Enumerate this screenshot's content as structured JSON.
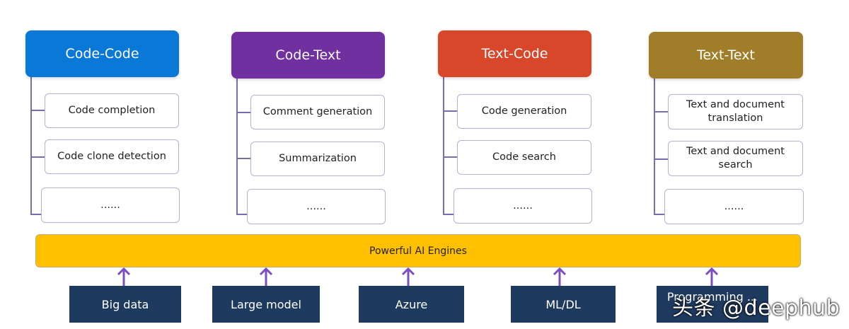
{
  "columns": [
    {
      "title": "Code-Code",
      "color": "#0a78d7",
      "items": [
        "Code completion",
        "Code clone detection",
        "......"
      ]
    },
    {
      "title": "Code-Text",
      "color": "#7030a0",
      "items": [
        "Comment generation",
        "Summarization",
        "......"
      ]
    },
    {
      "title": "Text-Code",
      "color": "#d9472b",
      "items": [
        "Code generation",
        "Code search",
        "......"
      ]
    },
    {
      "title": "Text-Text",
      "color": "#a07d28",
      "items": [
        "Text and document translation",
        "Text and document search",
        "......"
      ]
    }
  ],
  "engine": {
    "label": "Powerful AI Engines",
    "color": "#ffc000"
  },
  "foundations": [
    "Big data",
    "Large model",
    "Azure",
    "ML/DL",
    "Programming ..."
  ],
  "watermark": "头条 @deephub"
}
